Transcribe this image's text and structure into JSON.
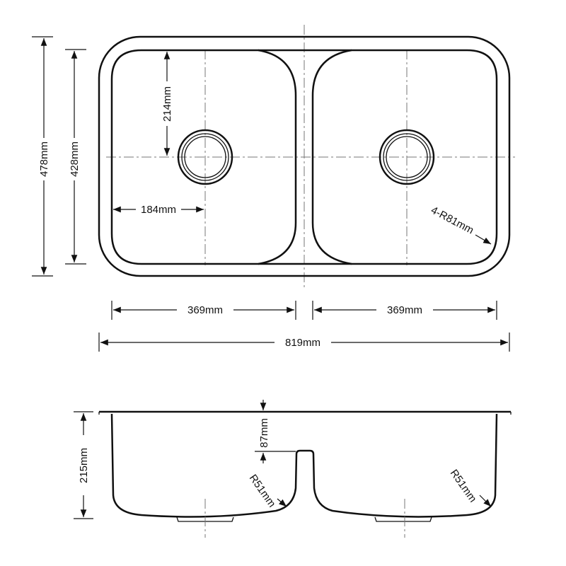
{
  "top_view": {
    "overall_height": "478mm",
    "bowl_height": "428mm",
    "drain_from_top": "214mm",
    "drain_from_side": "184mm",
    "corner_radius": "4-R81mm",
    "left_bowl_width": "369mm",
    "right_bowl_width": "369mm",
    "overall_width": "819mm"
  },
  "side_view": {
    "depth": "215mm",
    "divider_drop": "87mm",
    "left_radius": "R51mm",
    "right_radius": "R51mm"
  }
}
